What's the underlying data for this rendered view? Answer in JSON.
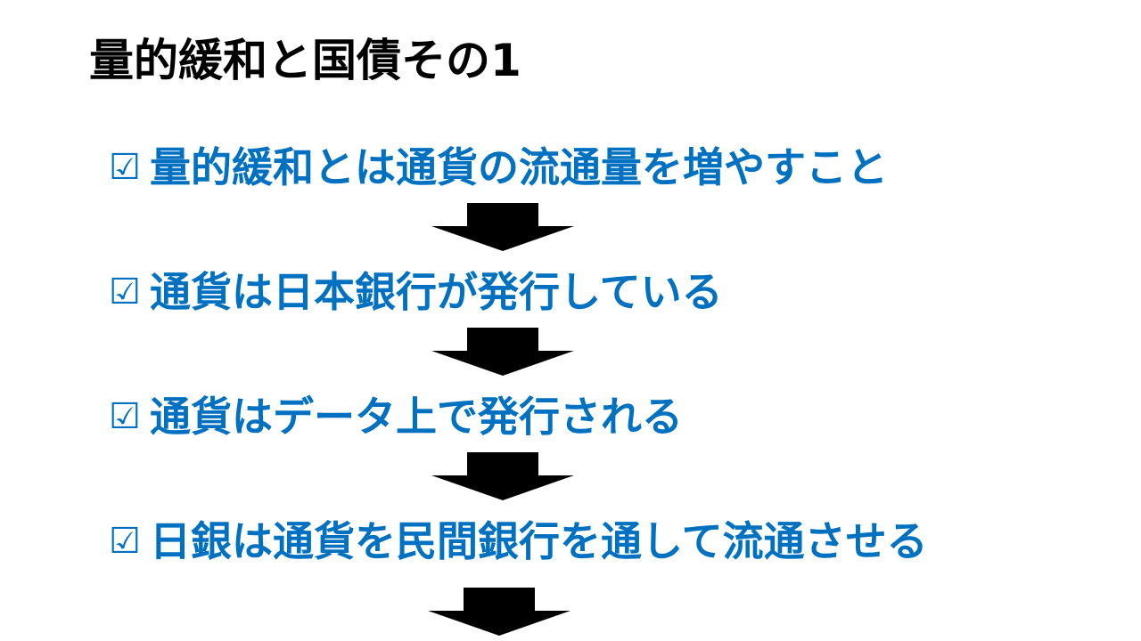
{
  "slide": {
    "title": "量的緩和と国債その1",
    "checkmark": "☑",
    "accent_color": "#0070C0",
    "items": [
      {
        "text": "量的緩和とは通貨の流通量を増やすこと"
      },
      {
        "text": "通貨は日本銀行が発行している"
      },
      {
        "text": "通貨はデータ上で発行される"
      },
      {
        "text": "日銀は通貨を民間銀行を通して流通させる"
      }
    ],
    "arrows": [
      {
        "icon": "down-arrow-icon"
      },
      {
        "icon": "down-arrow-icon"
      },
      {
        "icon": "down-arrow-icon"
      },
      {
        "icon": "down-arrow-icon"
      }
    ]
  }
}
